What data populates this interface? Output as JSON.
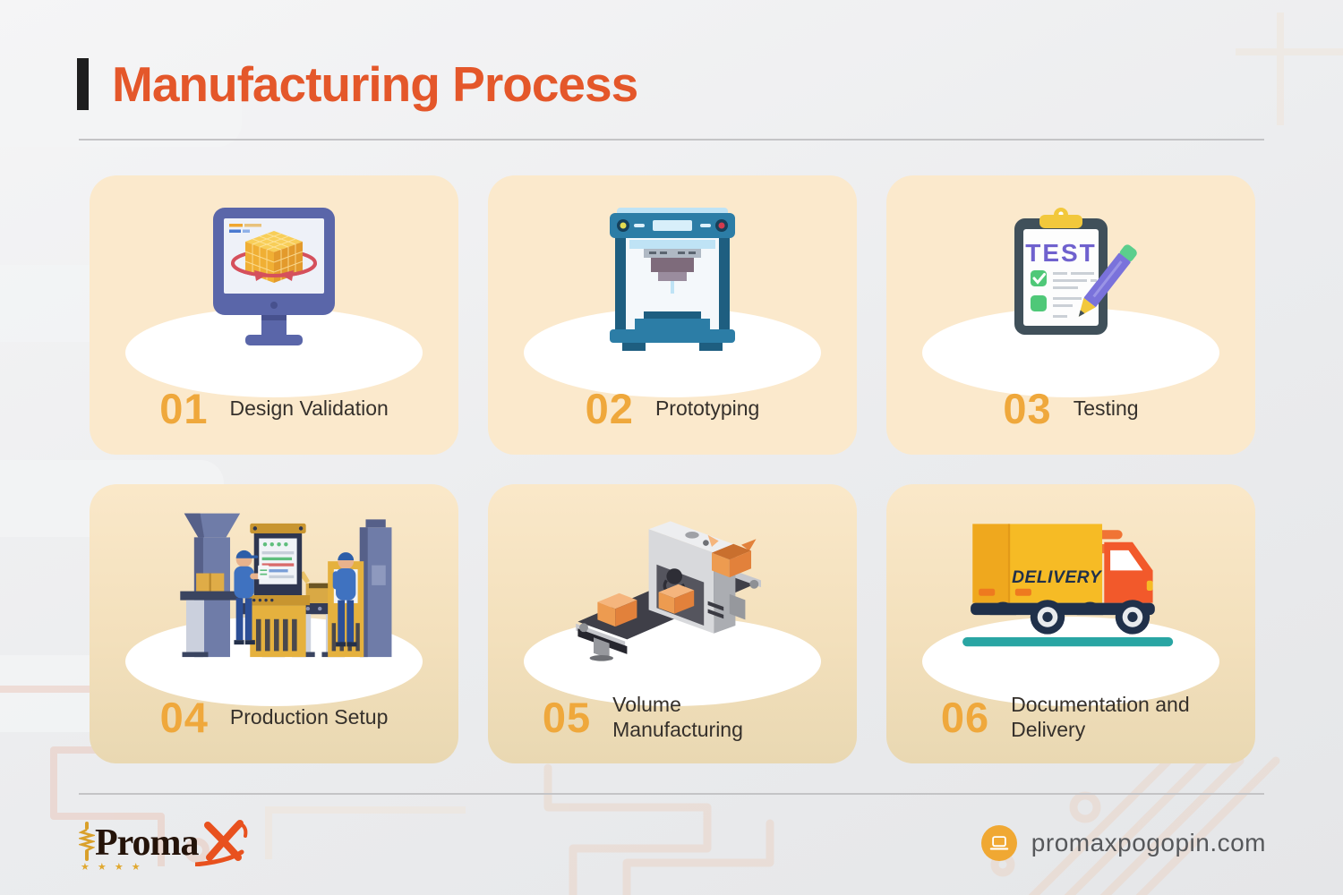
{
  "header": {
    "title": "Manufacturing Process"
  },
  "steps": [
    {
      "number": "01",
      "label": "Design Validation",
      "icon": "monitor-3d-cube"
    },
    {
      "number": "02",
      "label": "Prototyping",
      "icon": "3d-printer"
    },
    {
      "number": "03",
      "label": "Testing",
      "icon": "test-clipboard-pencil"
    },
    {
      "number": "04",
      "label": "Production Setup",
      "icon": "assembly-line-workers"
    },
    {
      "number": "05",
      "label": "Volume Manufacturing",
      "icon": "conveyor-packing-machine"
    },
    {
      "number": "06",
      "label": "Documentation and Delivery",
      "icon": "delivery-truck"
    }
  ],
  "icon_texts": {
    "test": "TEST",
    "delivery": "DELIVERY"
  },
  "footer": {
    "brand": "Proma",
    "stars": "★ ★ ★ ★",
    "website": "promaxpogopin.com"
  },
  "colors": {
    "title_color": "#E4572A",
    "number_color": "#EFA83C",
    "card_bg": "#FBE9CC",
    "label_color": "#35302B",
    "page_bg": "#EBECEE",
    "divider_color": "#C4C4C6",
    "footer_text": "#56585B",
    "website_icon_bg": "#F0A833",
    "logo_orange": "#E8511E"
  }
}
